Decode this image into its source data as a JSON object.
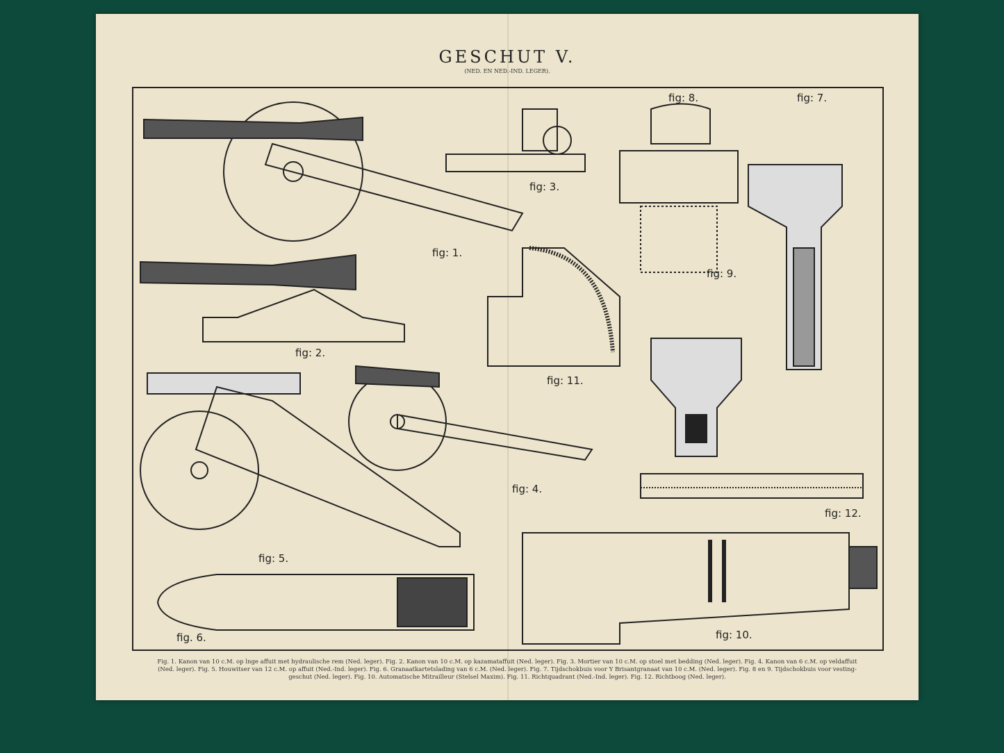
{
  "title": "GESCHUT V.",
  "subtitle": "(NED. EN NED.-IND. LEGER).",
  "figures": {
    "fig1": "fig: 1.",
    "fig2": "fig: 2.",
    "fig3": "fig: 3.",
    "fig4": "fig: 4.",
    "fig5": "fig: 5.",
    "fig6": "fig. 6.",
    "fig7": "fig: 7.",
    "fig8": "fig: 8.",
    "fig9": "fig: 9.",
    "fig10": "fig: 10.",
    "fig11": "fig: 11.",
    "fig12": "fig: 12."
  },
  "caption": {
    "line1": "Fig. 1. Kanon van 10 c.M. op lnge affuit met hydraulische rem (Ned. leger). Fig. 2. Kanon van 10 c.M. op kazamataffuit (Ned. leger). Fig. 3. Mortier van 10 c.M. op stoel met bedding (Ned. leger). Fig. 4. Kanon van 6 c.M. op veldaffuit",
    "line2": "(Ned. leger). Fig. 5. Houwitser van 12 c.M. op affuit (Ned.-Ind. leger). Fig. 6. Granaatkartetslading van 6 c.M. (Ned. leger). Fig. 7. Tijdschokbuis voor Y Brisantgranaat van 10 c.M. (Ned. leger). Fig. 8 en 9. Tijdschokbuis voor vesting-",
    "line3": "geschut (Ned. leger). Fig. 10. Automatische Mitrailleur (Stelsel Maxim). Fig. 11. Richtquadrant (Ned.-Ind. leger). Fig. 12. Richtboog (Ned. leger)."
  }
}
